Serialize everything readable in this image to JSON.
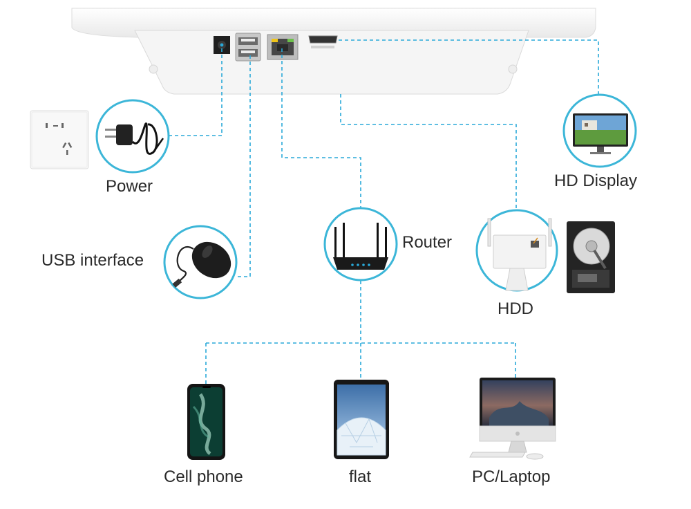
{
  "device": {
    "ports": [
      "power-port",
      "usb-ports",
      "ethernet-port",
      "hdmi-port"
    ]
  },
  "labels": {
    "power": "Power",
    "usb": "USB interface",
    "router": "Router",
    "hd_display": "HD Display",
    "hdd": "HDD",
    "cell_phone": "Cell phone",
    "flat": "flat",
    "pc_laptop": "PC/Laptop"
  },
  "colors": {
    "connector": "#29a9d9",
    "circle_border": "#3cb6d8",
    "device_body": "#f4f4f4"
  },
  "icons": [
    "wall-socket-icon",
    "power-adapter-icon",
    "mouse-icon",
    "router-icon",
    "monitor-icon",
    "nvr-hdd-icon",
    "hard-disk-icon",
    "phone-icon",
    "tablet-icon",
    "imac-icon"
  ]
}
